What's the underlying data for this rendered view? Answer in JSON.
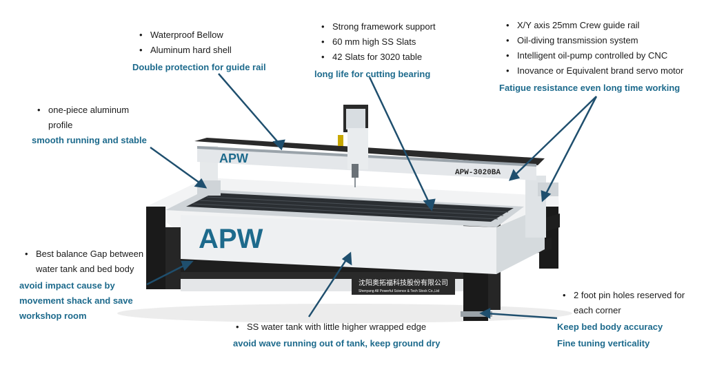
{
  "callouts": {
    "guide_rail": {
      "bullets": [
        "Waterproof Bellow",
        "Aluminum hard shell"
      ],
      "highlight": "Double protection for guide rail"
    },
    "framework": {
      "bullets": [
        "Strong framework support",
        "60 mm high SS Slats",
        "42 Slats for 3020 table"
      ],
      "highlight": "long life for cutting bearing"
    },
    "transmission": {
      "bullets": [
        "X/Y axis 25mm Crew guide rail",
        "Oil-diving transmission system",
        "Intelligent oil-pump controlled by CNC",
        "Inovance or Equivalent brand servo motor"
      ],
      "highlight": "Fatigue resistance even long time working"
    },
    "profile": {
      "bullet": "one-piece aluminum",
      "bullet_cont": "profile",
      "highlight": "smooth running and stable"
    },
    "balance_gap": {
      "bullet": "Best balance Gap between",
      "bullet_cont": "water tank and bed body",
      "highlight_lines": [
        "avoid impact cause by",
        "movement shack and save",
        "workshop room"
      ]
    },
    "water_tank": {
      "bullet": "SS water tank with little higher wrapped edge",
      "highlight": "avoid wave running out of tank, keep ground dry"
    },
    "foot_pin": {
      "bullet": "2 foot pin holes reserved for",
      "bullet_cont": "each corner",
      "highlight_lines": [
        "Keep bed body accuracy",
        "Fine tuning verticality"
      ]
    }
  },
  "machine": {
    "gantry_logo": "APW",
    "model": "APW-3020BA",
    "tank_logo": "APW",
    "company_cn": "沈阳奥拓福科技股份有限公司",
    "company_en": "Shenyang All Powerful Science & Tech Stock Co.,Ltd"
  },
  "colors": {
    "highlight": "#1d6a8c",
    "arrow": "#1f4f6e",
    "frame_dark": "#1e1e1e",
    "panel_light": "#dfe3e6"
  }
}
